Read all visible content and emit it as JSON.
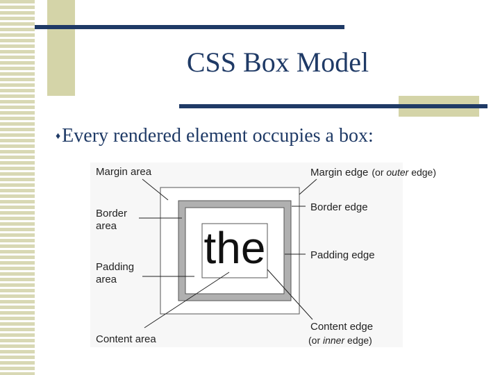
{
  "slide": {
    "title": "CSS Box Model",
    "bullet_symbol": "♦",
    "bullet_text": "Every rendered element occupies a box:"
  },
  "diagram": {
    "content_word": "the",
    "labels": {
      "margin_area": "Margin area",
      "border_area_line1": "Border",
      "border_area_line2": "area",
      "padding_area_line1": "Padding",
      "padding_area_line2": "area",
      "content_area": "Content area",
      "margin_edge": "Margin edge",
      "margin_edge_note_open": "(or ",
      "margin_edge_note_em": "outer",
      "margin_edge_note_close": " edge)",
      "border_edge": "Border edge",
      "padding_edge": "Padding edge",
      "content_edge": "Content edge",
      "content_edge_note_open": "(or ",
      "content_edge_note_em": "inner",
      "content_edge_note_close": " edge)"
    }
  },
  "colors": {
    "title_navy": "#1f3a66",
    "decor_tan": "#d4d4a8",
    "border_gray": "#b0b0b0"
  }
}
